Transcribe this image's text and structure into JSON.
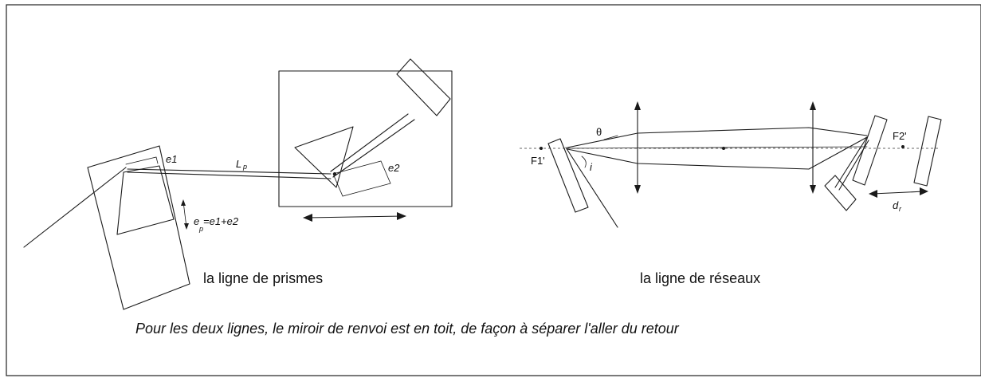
{
  "prism_line": {
    "caption": "la ligne de prismes",
    "label_e1": "e1",
    "label_lp": "L",
    "label_lp_sub": "p",
    "label_e2": "e2",
    "label_ep": "e",
    "label_ep_sub": "p",
    "label_ep_formula": "=e1+e2"
  },
  "grating_line": {
    "caption": "la ligne de réseaux",
    "label_theta": "θ",
    "label_f1": "F1'",
    "label_i": "i",
    "label_f2": "F2'",
    "label_dr": "d",
    "label_dr_sub": "r"
  },
  "footnote": "Pour les deux lignes, le miroir de renvoi est en toit, de façon à séparer l'aller du retour"
}
